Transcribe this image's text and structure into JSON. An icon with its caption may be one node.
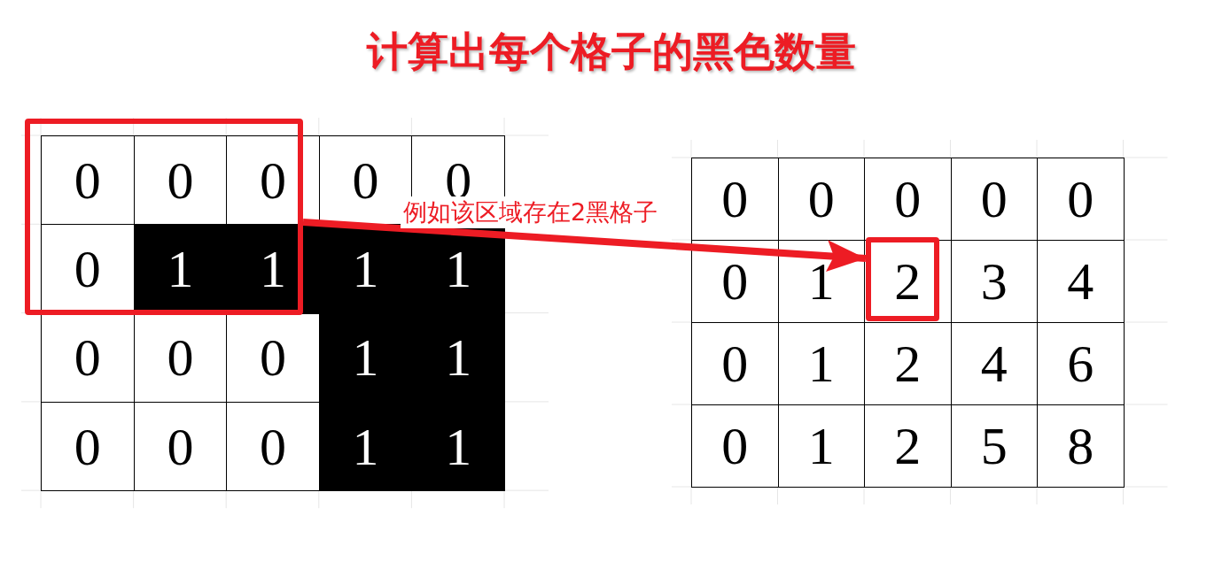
{
  "diagram": {
    "title": "计算出每个格子的黑色数量",
    "nodes": [
      {
        "text": [],
        "shape": "box"
      },
      {
        "text": [],
        "shape": "box"
      }
    ],
    "edges": [
      {
        "from": 0,
        "to": 1,
        "arrow": "to",
        "label": "例如该区域存在2黑格子",
        "color": "#ed1c24"
      }
    ],
    "labels": [
      "0",
      "0",
      "0",
      "0",
      "0",
      "0",
      "1",
      "1",
      "1",
      "1",
      "0",
      "0",
      "0",
      "1",
      "1",
      "0",
      "0",
      "0",
      "1",
      "1",
      "0",
      "0",
      "0",
      "0",
      "0",
      "0",
      "1",
      "2",
      "3",
      "4",
      "0",
      "1",
      "2",
      "4",
      "6",
      "0",
      "1",
      "2",
      "5",
      "8"
    ]
  }
}
